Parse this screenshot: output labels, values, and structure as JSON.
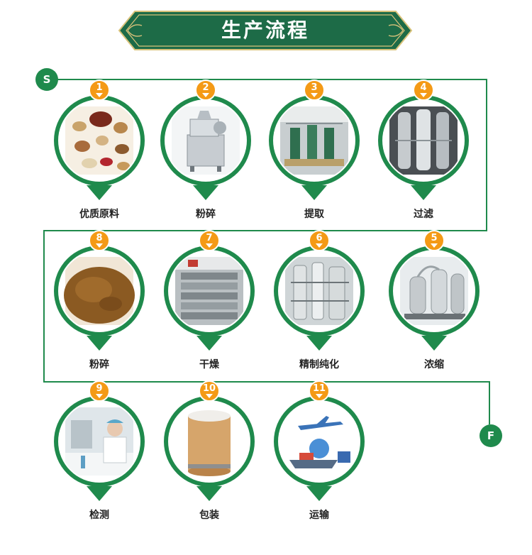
{
  "banner": {
    "title": "生产流程"
  },
  "start_label": "S",
  "end_label": "F",
  "colors": {
    "green": "#1f8a4c",
    "dark_green": "#1d6b47",
    "orange": "#f49a16",
    "gold": "#d8c27a"
  },
  "steps": [
    {
      "number": "1",
      "label": "优质原料",
      "icon": "herbs-icon"
    },
    {
      "number": "2",
      "label": "粉碎",
      "icon": "grinder-icon"
    },
    {
      "number": "3",
      "label": "提取",
      "icon": "extraction-icon"
    },
    {
      "number": "4",
      "label": "过滤",
      "icon": "filter-tank-icon"
    },
    {
      "number": "5",
      "label": "浓缩",
      "icon": "concentrator-icon"
    },
    {
      "number": "6",
      "label": "精制纯化",
      "icon": "purification-icon"
    },
    {
      "number": "7",
      "label": "干燥",
      "icon": "dryer-icon"
    },
    {
      "number": "8",
      "label": "粉碎",
      "icon": "powder-icon"
    },
    {
      "number": "9",
      "label": "检测",
      "icon": "lab-test-icon"
    },
    {
      "number": "10",
      "label": "包装",
      "icon": "drum-icon"
    },
    {
      "number": "11",
      "label": "运输",
      "icon": "transport-icon"
    }
  ]
}
